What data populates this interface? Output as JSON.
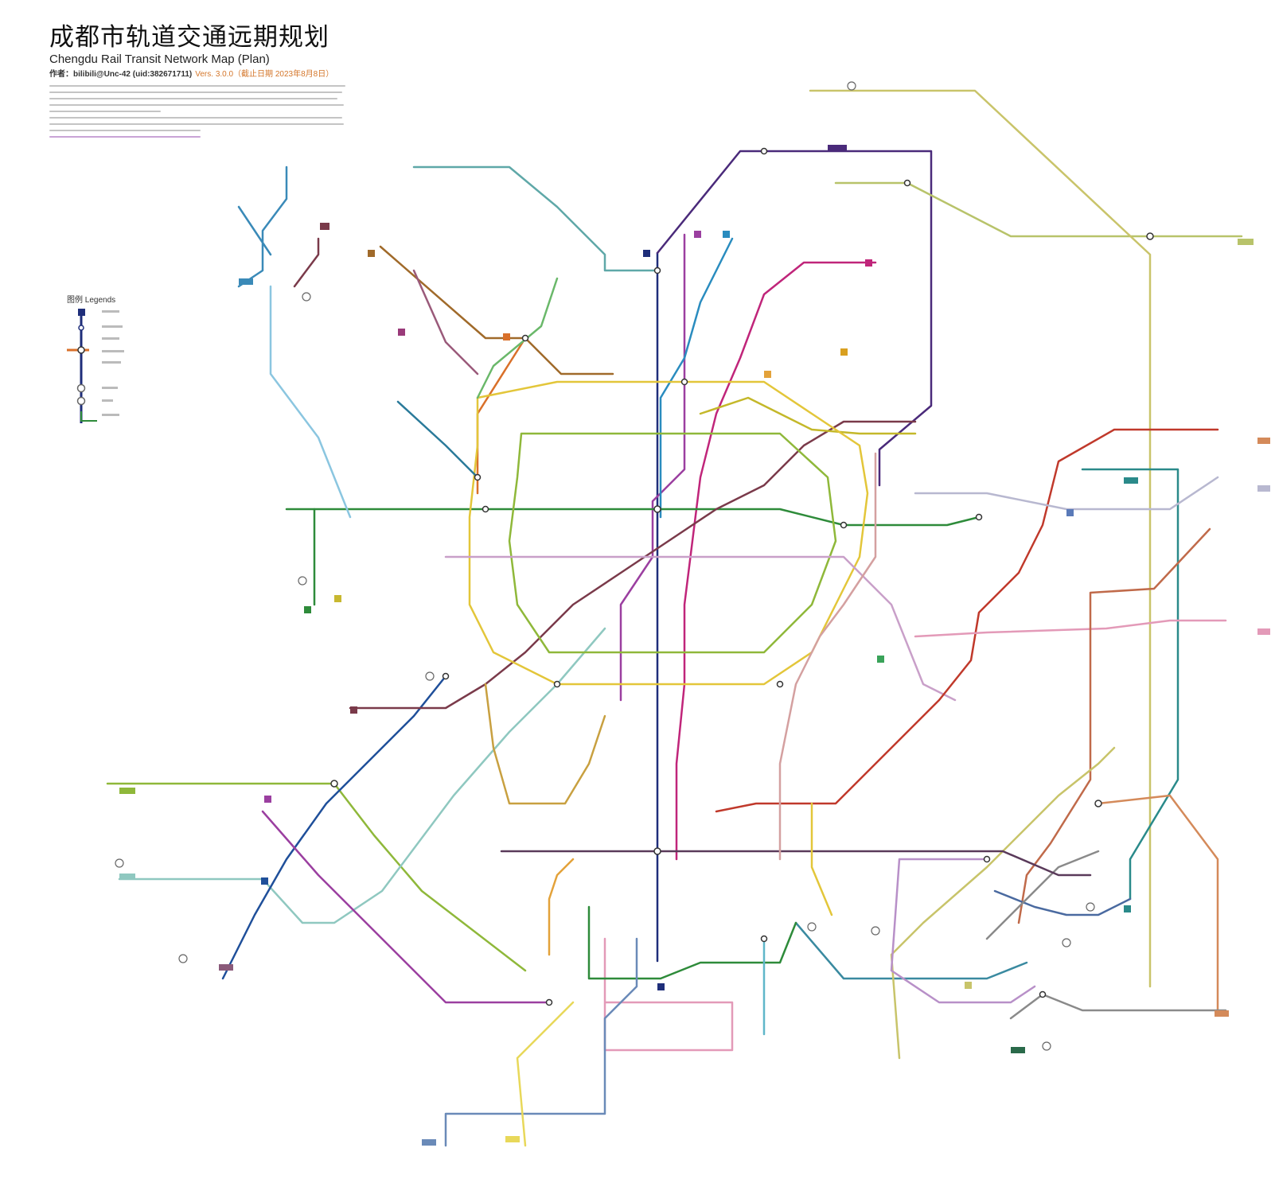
{
  "header": {
    "title_zh": "成都市轨道交通远期规划",
    "title_en": "Chengdu Rail Transit Network Map (Plan)",
    "author": "作者：bilibili@Unc-42 (uid:38267171​1)",
    "version": "Vers. 3.0.0（截止日期 2023年8月8日）"
  },
  "legend": {
    "title": "图例 Legends"
  },
  "colors": {
    "line1": "#1f2e7a",
    "line2": "#d9702a",
    "line3": "#c0257a",
    "line4": "#2e8b3a",
    "line5": "#9b3fa0",
    "line6": "#a06a2a",
    "line7": "#5fb7c9",
    "line8": "#b8a640",
    "line9": "#e3a23a",
    "line10": "#1f4f9a",
    "line11": "#3aa35a",
    "line12": "#6a7ab8",
    "line13": "#d4b02a",
    "line17": "#8fb83a",
    "line18": "#3aa0a0",
    "line19": "#9a5a3a",
    "line27": "#2a8cbf",
    "line_s": "#b8c36a",
    "line_red": "#c0392b",
    "line_teal": "#2a8a8a",
    "line_pink": "#e39ab8",
    "line_brown": "#8a5a4a",
    "line_grey": "#888888",
    "line_lightblue": "#8bc6e0"
  }
}
